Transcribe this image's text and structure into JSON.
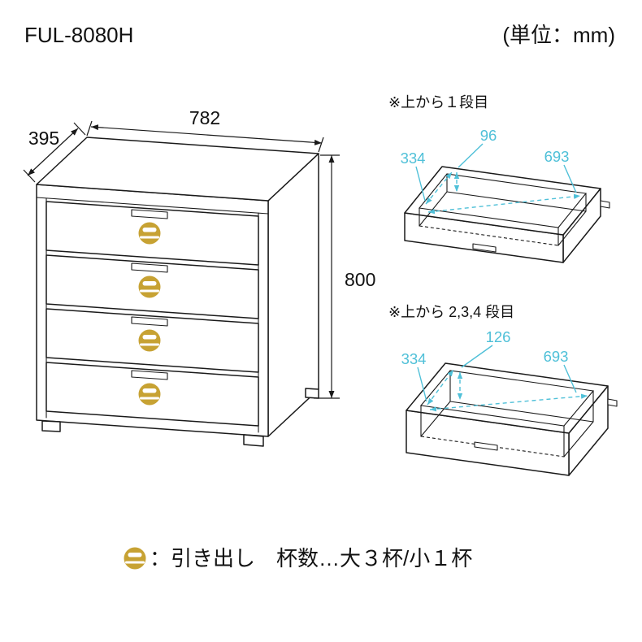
{
  "header": {
    "product_code": "FUL-8080H",
    "unit_label": "(単位：mm)"
  },
  "chest": {
    "width": "782",
    "depth": "395",
    "height": "800"
  },
  "details": [
    {
      "title": "※上から１段目",
      "depth": "334",
      "height": "96",
      "width": "693"
    },
    {
      "title": "※上から 2,3,4 段目",
      "depth": "334",
      "height": "126",
      "width": "693"
    }
  ],
  "legend": {
    "label": "：引き出し　杯数…大３杯/小１杯"
  },
  "colors": {
    "accent": "#4FC0D8",
    "gold": "#C7A233",
    "line": "#1A1A1A"
  }
}
